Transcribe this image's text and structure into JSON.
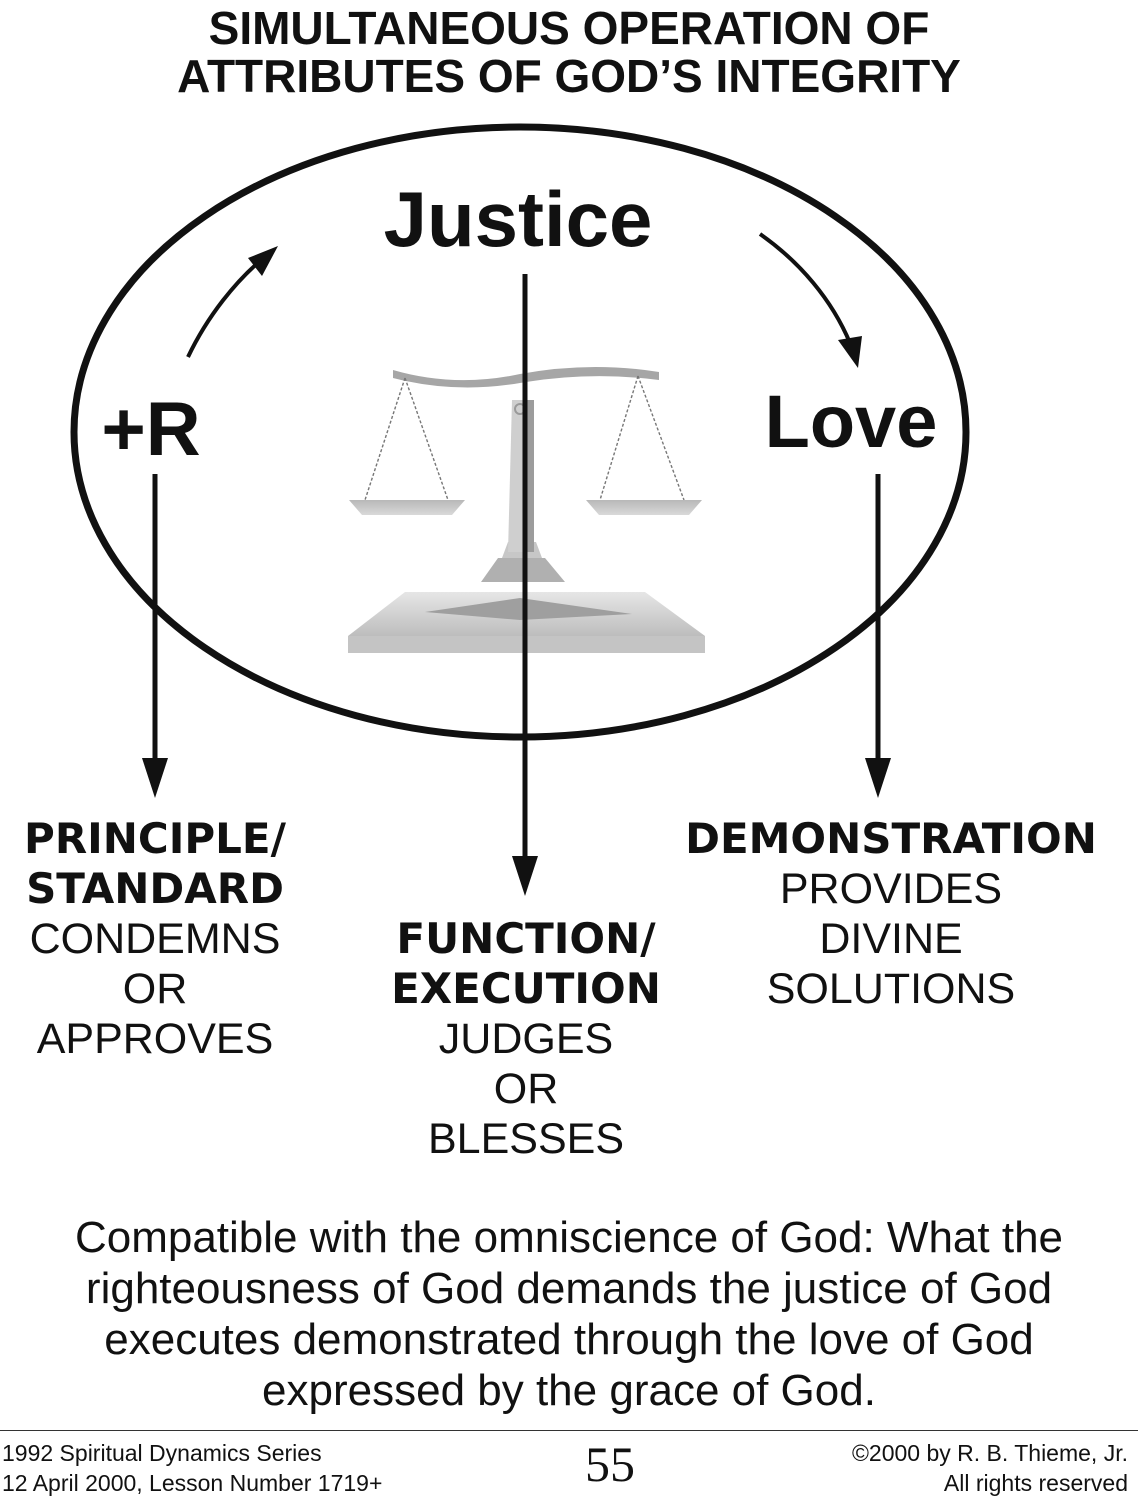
{
  "title": {
    "line1": "SIMULTANEOUS OPERATION OF",
    "line2": "ATTRIBUTES OF GOD’S INTEGRITY"
  },
  "attributes": {
    "justice": "Justice",
    "righteousness": "+R",
    "love": "Love"
  },
  "outcomes": {
    "left": {
      "heading_line1": "PRINCIPLE/",
      "heading_line2": "STANDARD",
      "line1": "CONDEMNS",
      "line2": "OR",
      "line3": "APPROVES"
    },
    "center": {
      "heading_line1": "FUNCTION/",
      "heading_line2": "EXECUTION",
      "line1": "JUDGES",
      "line2": "OR",
      "line3": "BLESSES"
    },
    "right": {
      "heading_line1": "DEMONSTRATION",
      "line1": "PROVIDES",
      "line2": "DIVINE",
      "line3": "SOLUTIONS"
    }
  },
  "caption": {
    "line1": "Compatible with the omniscience of God: What the",
    "line2": "righteousness of God demands the justice of God",
    "line3": "executes demonstrated through the love of God",
    "line4": "expressed by the grace of God."
  },
  "footer": {
    "series": "1992 Spiritual Dynamics Series",
    "lesson": "12 April 2000, Lesson Number 1719+",
    "page_number": "55",
    "copyright": "©2000 by R. B. Thieme, Jr.",
    "rights": "All rights reserved"
  },
  "colors": {
    "ink": "#111111",
    "scale_light": "#d2d2d2",
    "scale_mid": "#a8a8a8",
    "scale_dark": "#8a8a8a"
  }
}
